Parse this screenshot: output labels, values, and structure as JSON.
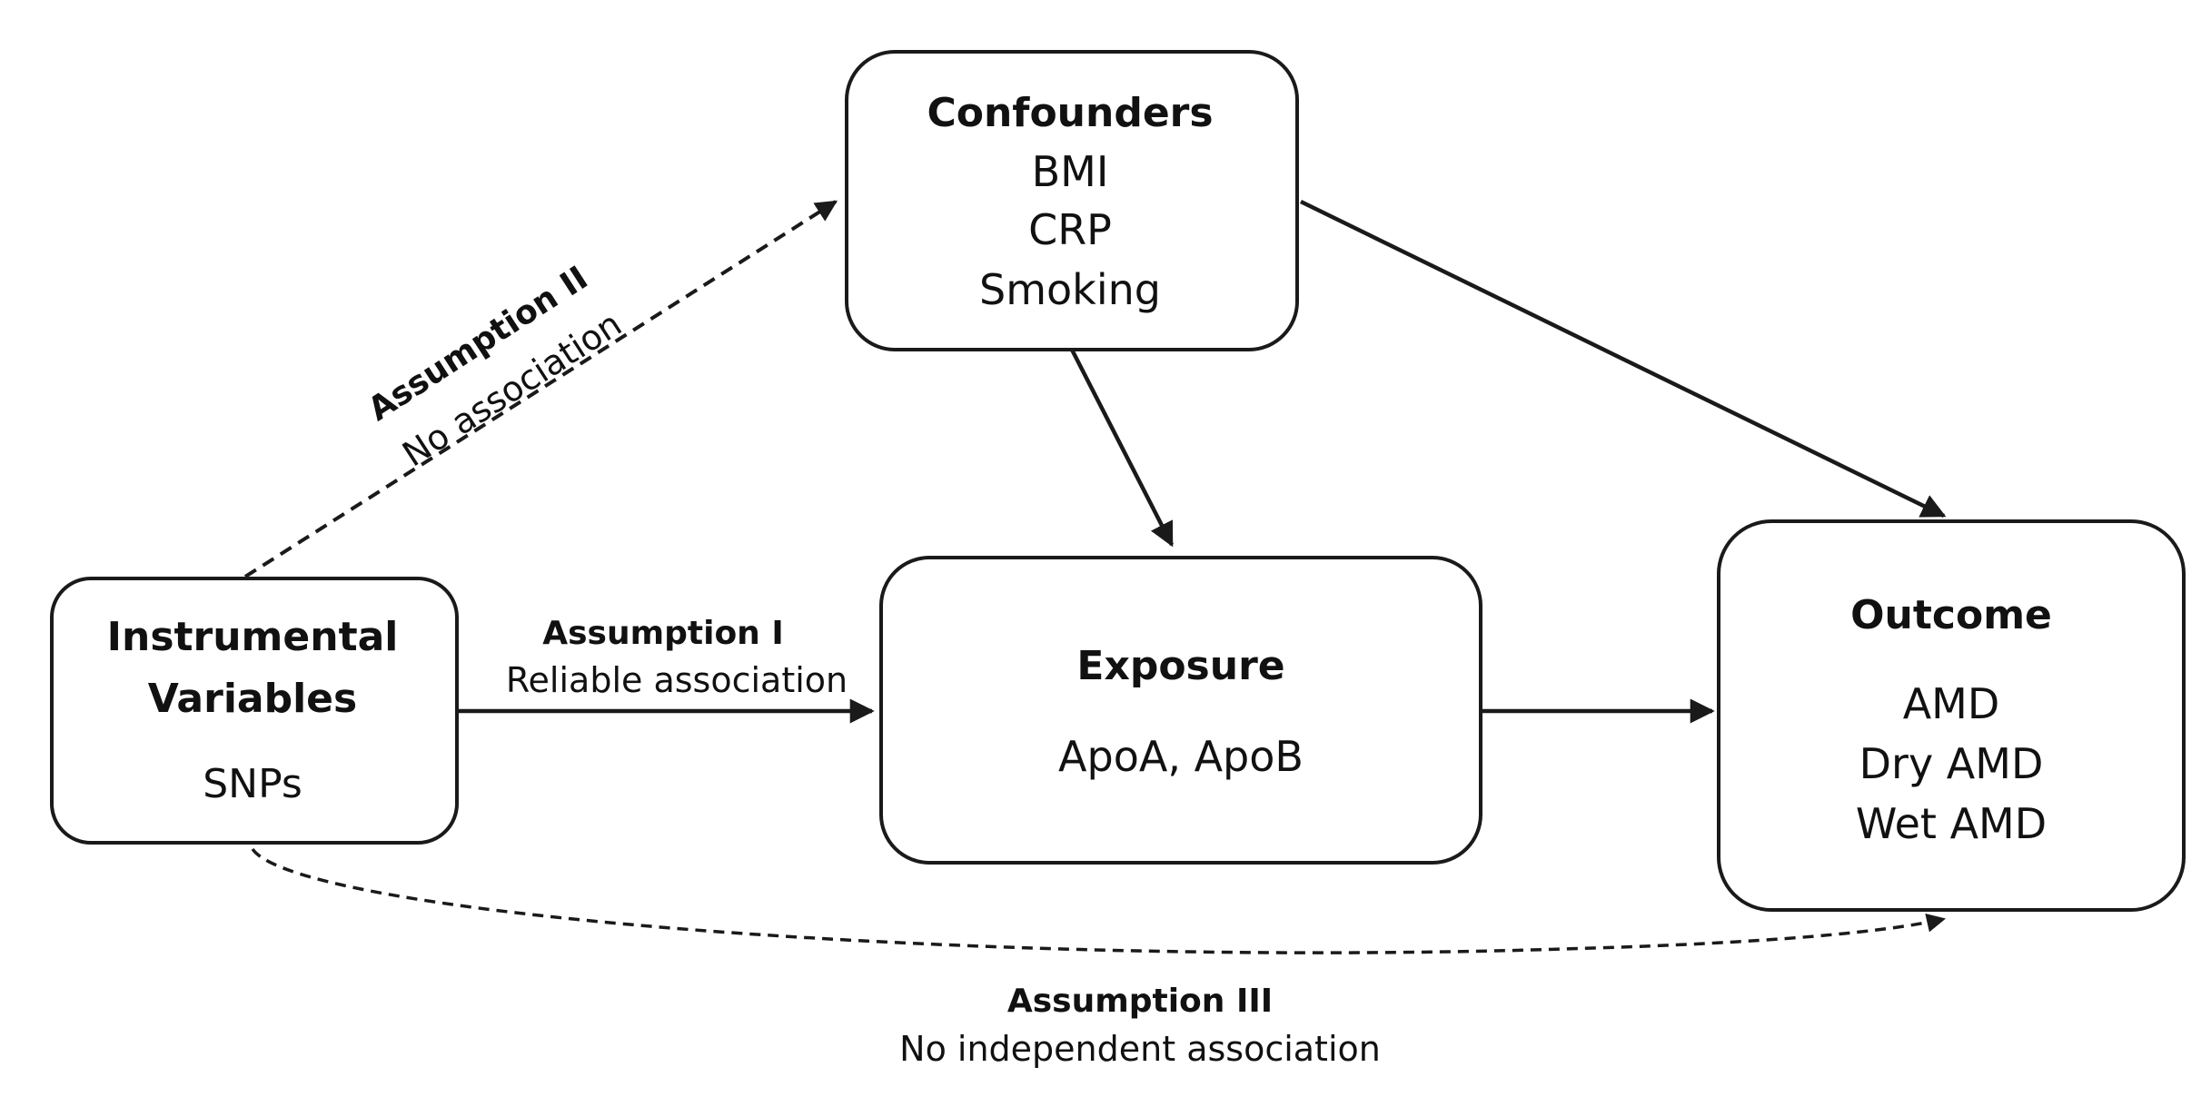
{
  "nodes": {
    "confounders": {
      "title": "Confounders",
      "items": [
        "BMI",
        "CRP",
        "Smoking"
      ]
    },
    "instrumental": {
      "title_line1": "Instrumental",
      "title_line2": "Variables",
      "subtitle": "SNPs"
    },
    "exposure": {
      "title": "Exposure",
      "subtitle": "ApoA, ApoB"
    },
    "outcome": {
      "title": "Outcome",
      "items": [
        "AMD",
        "Dry AMD",
        "Wet AMD"
      ]
    }
  },
  "edges": {
    "assumption1": {
      "title": "Assumption I",
      "text": "Reliable association"
    },
    "assumption2": {
      "title": "Assumption II",
      "text": "No association"
    },
    "assumption3": {
      "title": "Assumption III",
      "text": "No independent association"
    }
  }
}
